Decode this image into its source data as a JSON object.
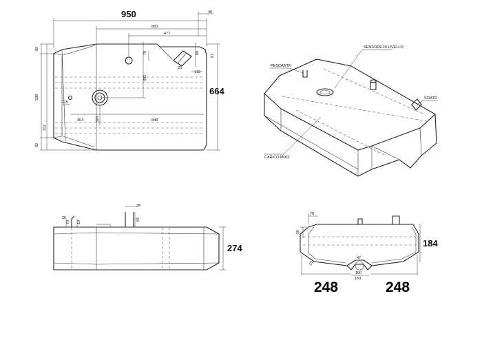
{
  "top_view": {
    "width_label": "950",
    "d40": "40",
    "d880": "880",
    "d477": "477",
    "d82_top": "82",
    "d530": "530",
    "d332": "332",
    "d82_bottom": "82",
    "d664": "664",
    "d115": "115",
    "d304": "304",
    "d848": "848",
    "d320": "320",
    "d392": "392",
    "d70": "70",
    "d88": "88",
    "d97": "97",
    "d20": "20",
    "d113": "113"
  },
  "iso_view": {
    "label_pescante": "PESCANTE",
    "label_sensore": "SENSORE DI LIVELLO",
    "label_sfiato": "SFIATO",
    "label_carico": "CARICO M002"
  },
  "side_view": {
    "height_label": "274",
    "d38": "38",
    "d60": "60",
    "d20": "20",
    "d70": "70",
    "d10": "10"
  },
  "end_view": {
    "height_label": "184",
    "left_width": "248",
    "right_width": "248",
    "d70": "70",
    "d50": "50",
    "d23": "23",
    "d47": "47",
    "d160": "160",
    "d100": "100"
  }
}
